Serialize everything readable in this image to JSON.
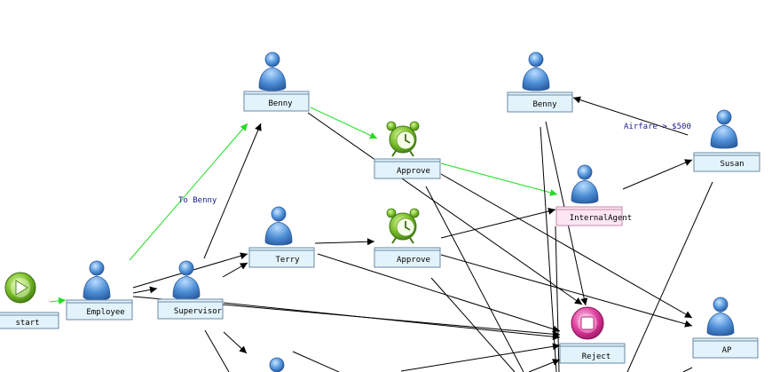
{
  "nodes": {
    "start": {
      "label": "start"
    },
    "employee": {
      "label": "Employee"
    },
    "supervisor": {
      "label": "Supervisor"
    },
    "benny_left": {
      "label": "Benny"
    },
    "terry": {
      "label": "Terry"
    },
    "approve_top": {
      "label": "Approve"
    },
    "approve_mid": {
      "label": "Approve"
    },
    "benny_right": {
      "label": "Benny"
    },
    "internal_agent": {
      "label": "InternalAgent"
    },
    "susan": {
      "label": "Susan"
    },
    "reject": {
      "label": "Reject"
    },
    "ap": {
      "label": "AP"
    }
  },
  "edge_labels": {
    "to_benny": "To Benny",
    "airfare": "Airfare > $500"
  },
  "colors": {
    "box_fill": "#e3f3fb",
    "box_stroke": "#6a8aa6",
    "box_fill_pink": "#fde6f4",
    "box_stroke_pink": "#c38aa8",
    "edge": "#000000",
    "edge_active": "#22dd22"
  },
  "icons": {
    "person": "person-icon",
    "alarm": "alarm-clock-icon",
    "play": "start-play-icon",
    "stop": "stop-icon"
  }
}
